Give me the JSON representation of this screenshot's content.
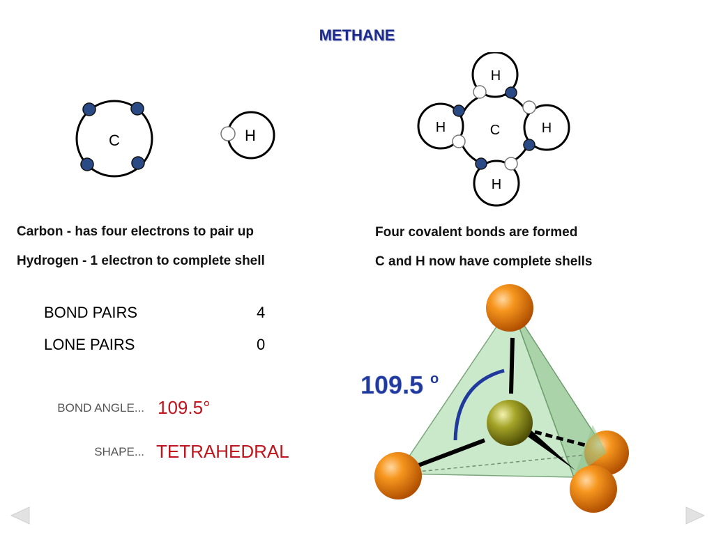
{
  "title": "METHANE",
  "atoms": {
    "carbon": "C",
    "hydrogen": "H"
  },
  "text": {
    "carbon_info": "Carbon - has four electrons to pair up",
    "hydrogen_info": "Hydrogen - 1 electron to complete shell",
    "bonds_info": "Four covalent bonds are formed",
    "shells_info": "C and H now have complete shells"
  },
  "pairs": {
    "bond_label": "BOND PAIRS",
    "bond_value": "4",
    "lone_label": "LONE PAIRS",
    "lone_value": "0"
  },
  "geometry": {
    "angle_label": "BOND ANGLE...",
    "angle_value": "109.5°",
    "shape_label": "SHAPE...",
    "shape_value": "TETRAHEDRAL"
  },
  "model": {
    "angle_main": "109.5",
    "angle_sup": "o"
  },
  "icons": {
    "previous": "arrow-left-icon",
    "next": "arrow-right-icon"
  },
  "colors": {
    "title": "#1c2a8c",
    "value_red": "#c0141c",
    "electron_dark": "#2a4a86",
    "sphere_orange": "#f08a1c",
    "center_olive": "#8c8c14",
    "tetra_green": "#9ccf9c",
    "angle_blue": "#1f3a9c"
  }
}
